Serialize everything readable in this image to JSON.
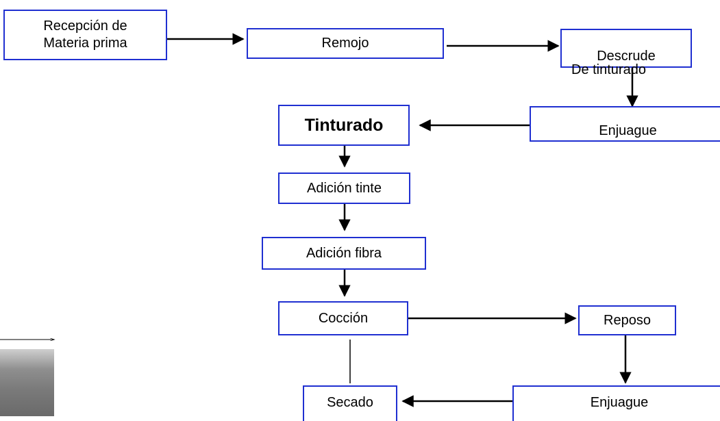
{
  "nodes": {
    "recepcion": "Recepción de\nMateria prima",
    "remojo": "Remojo",
    "descrude": "Descrude",
    "descrude_sub": "De tinturado",
    "enjuague_1": "Enjuague",
    "tinturado": "Tinturado",
    "adicion_tinte": "Adición tinte",
    "adicion_fibra": "Adición fibra",
    "coccion": "Cocción",
    "reposo": "Reposo",
    "enjuague_2": "Enjuague",
    "secado": "Secado"
  },
  "colors": {
    "box_border": "#1f2fd1",
    "arrow": "#000000"
  }
}
